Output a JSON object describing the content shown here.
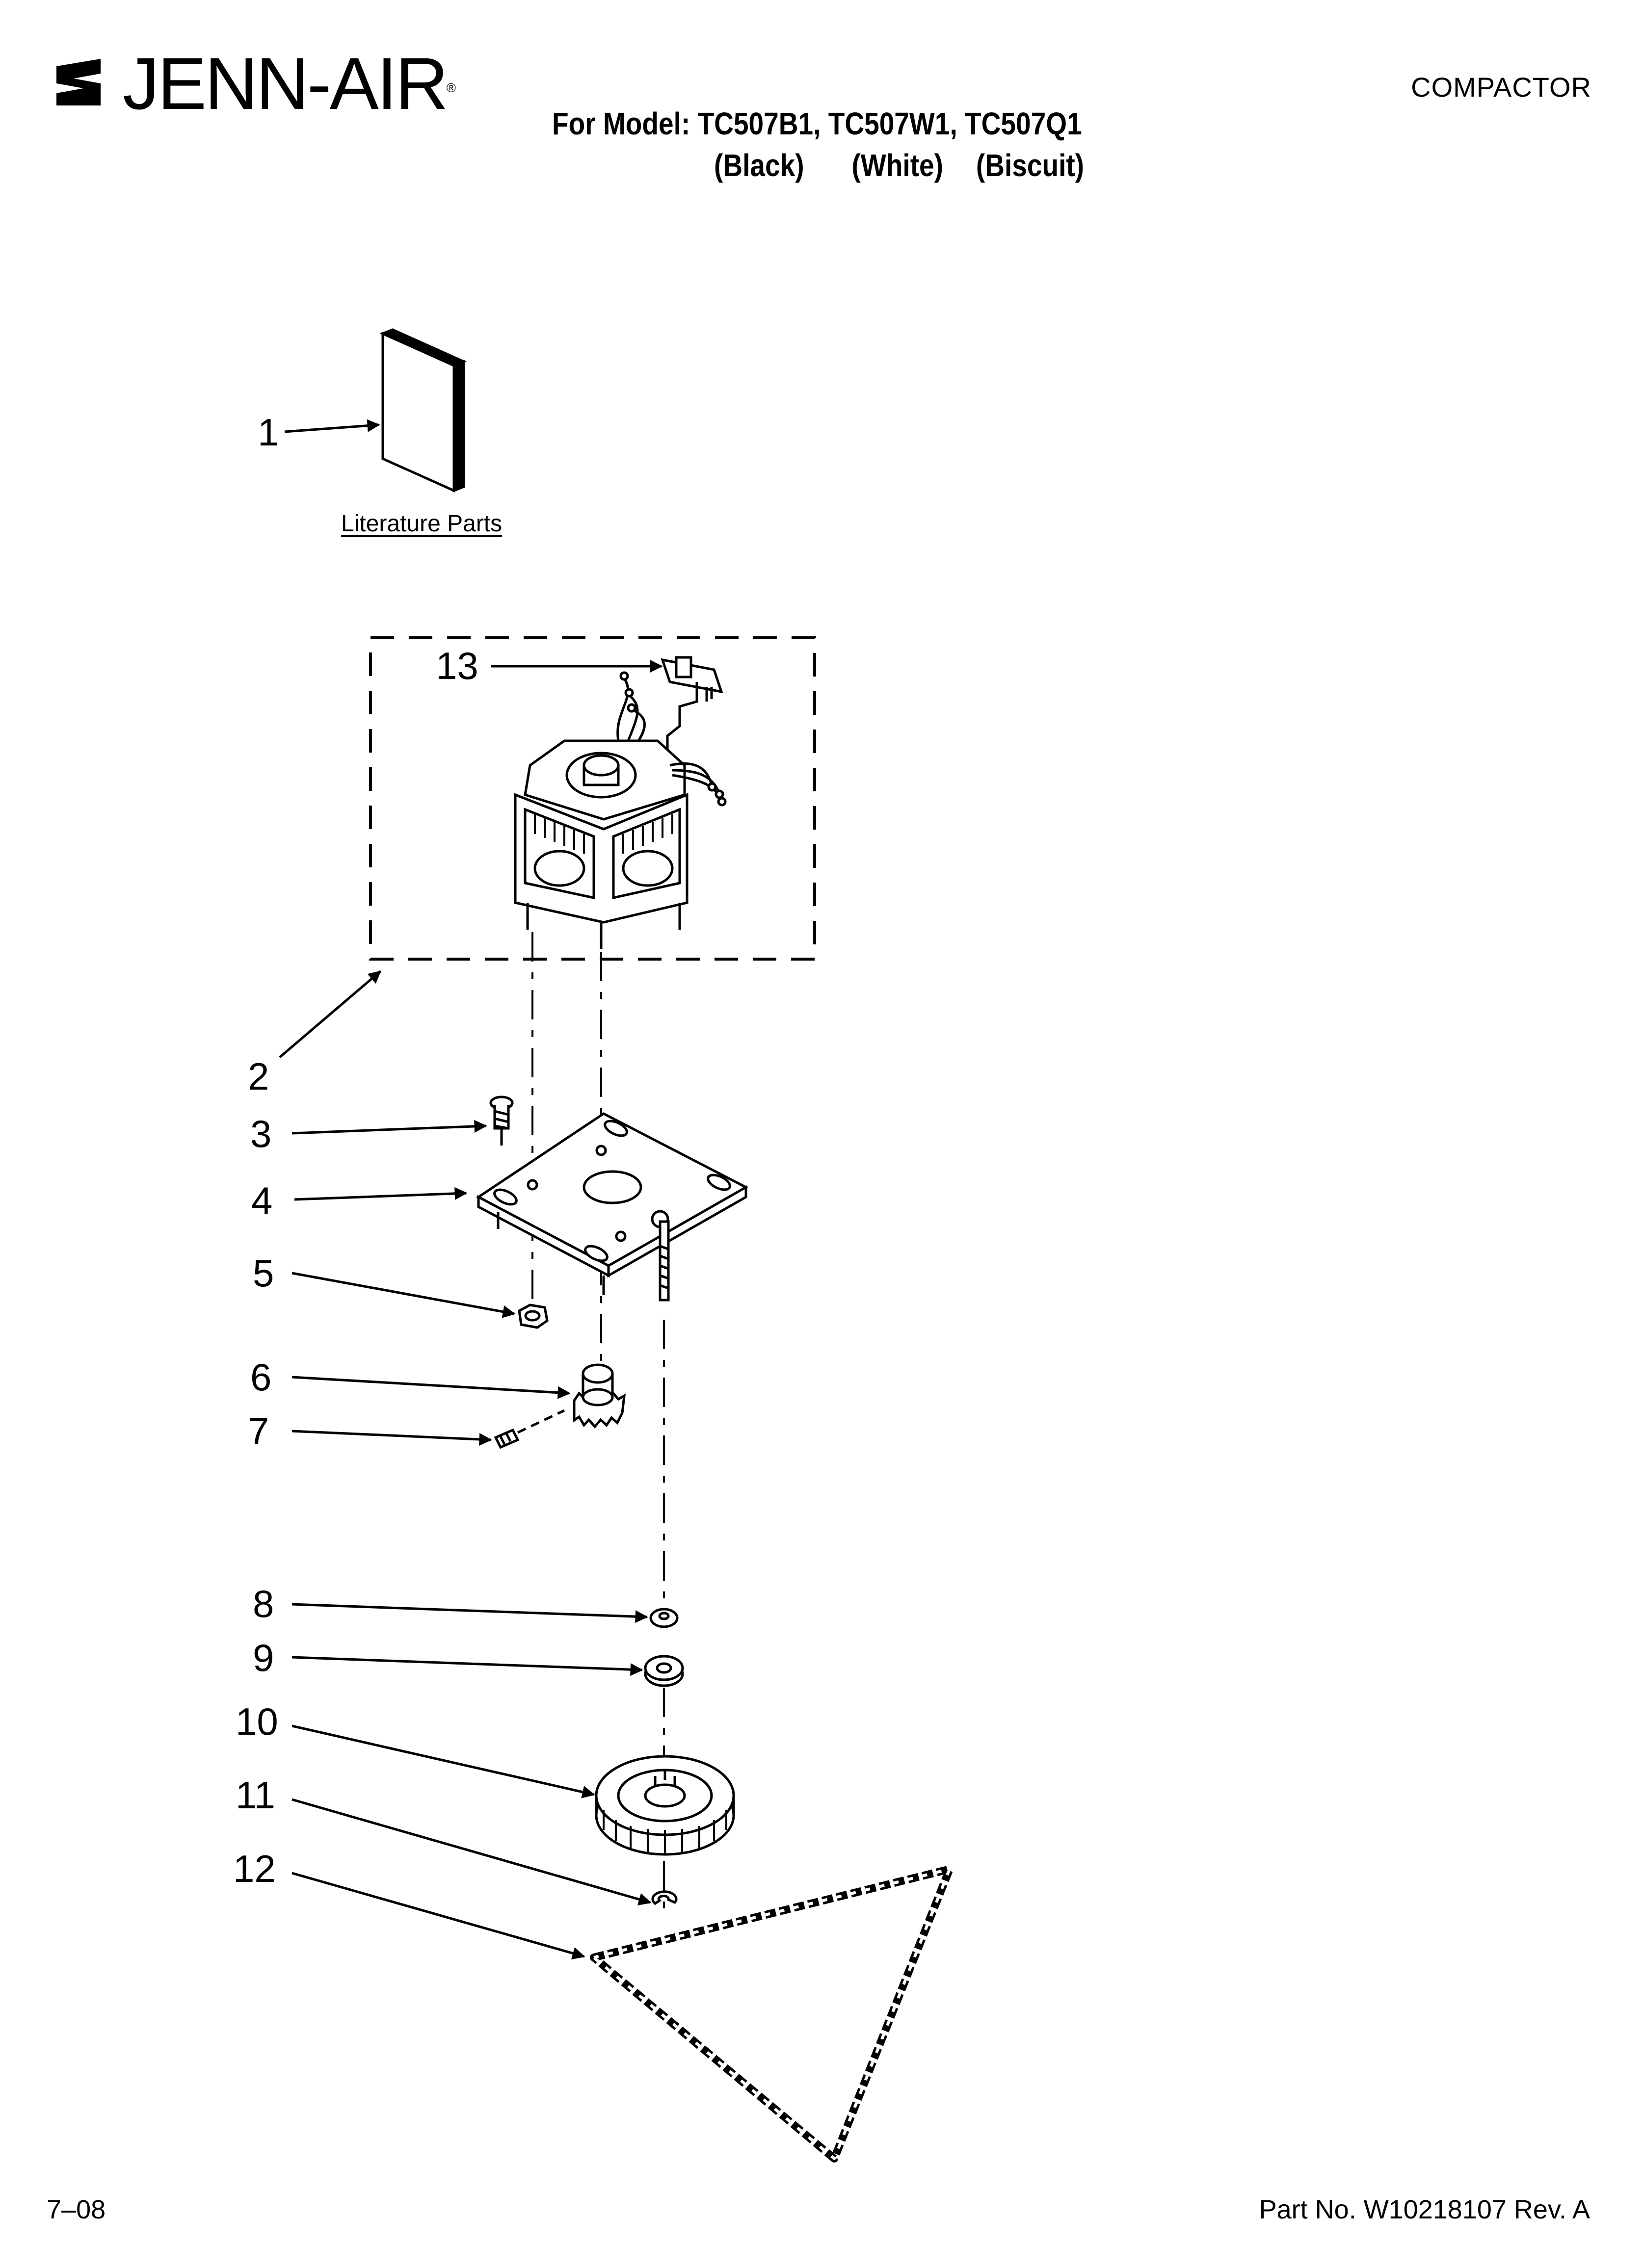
{
  "header": {
    "brand": "JENN-AIR",
    "brand_reg": "®",
    "category": "COMPACTOR",
    "model_line": "For Model: TC507B1, TC507W1, TC507Q1",
    "colors": [
      "(Black)",
      "(White)",
      "(Biscuit)"
    ]
  },
  "diagram": {
    "literature_label": "Literature Parts",
    "callouts": [
      "1",
      "2",
      "3",
      "4",
      "5",
      "6",
      "7",
      "8",
      "9",
      "10",
      "11",
      "12",
      "13"
    ]
  },
  "footer": {
    "date": "7–08",
    "part_number": "Part No. W10218107 Rev. A"
  }
}
